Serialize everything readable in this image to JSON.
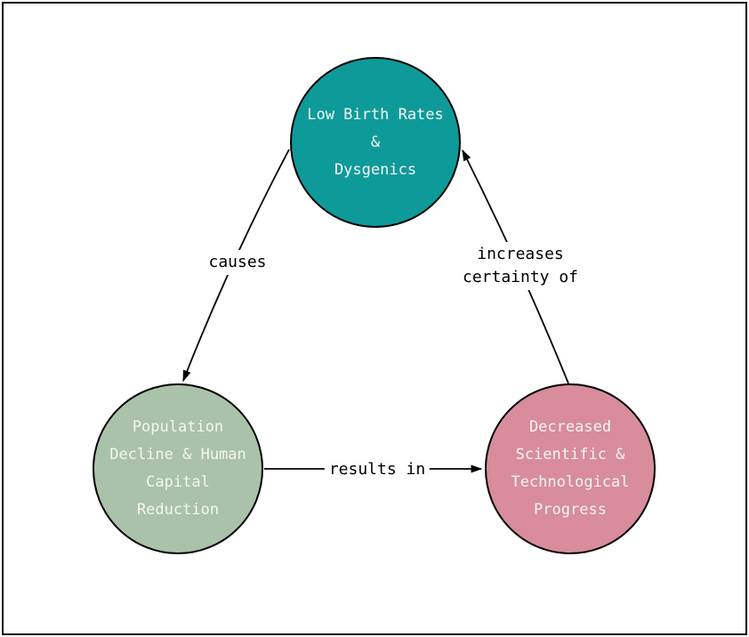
{
  "diagram_type": "cycle-diagram",
  "nodes": [
    {
      "id": "low-birth-rates",
      "label": "Low Birth Rates\n&\nDysgenics",
      "fill": "#0f9a9a",
      "text_color": "#f5f5f0"
    },
    {
      "id": "population-decline",
      "label": "Population\nDecline & Human\nCapital\nReduction",
      "fill": "#aac2aa",
      "text_color": "#f5f5f0"
    },
    {
      "id": "decreased-progress",
      "label": "Decreased\nScientific &\nTechnological\nProgress",
      "fill": "#d88c9c",
      "text_color": "#f5f5f0"
    }
  ],
  "edges": [
    {
      "from": "low-birth-rates",
      "to": "population-decline",
      "label": "causes"
    },
    {
      "from": "population-decline",
      "to": "decreased-progress",
      "label": "results in"
    },
    {
      "from": "decreased-progress",
      "to": "low-birth-rates",
      "label": "increases\ncertainty of"
    }
  ],
  "colors": {
    "edge_stroke": "#000000",
    "edge_label_text": "#000000",
    "node_border": "#000000",
    "frame_border": "#000000",
    "background": "#ffffff"
  }
}
